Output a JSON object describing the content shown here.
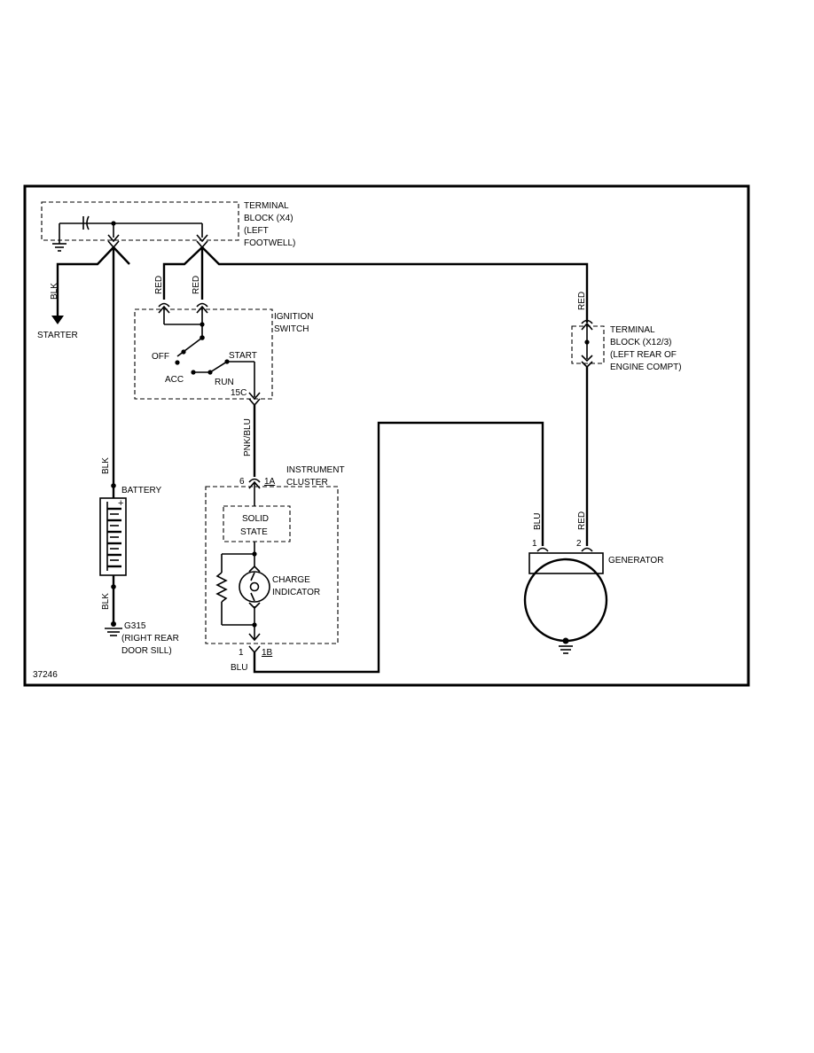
{
  "figure_id": "37246",
  "terminal_block_x4": {
    "line1": "TERMINAL",
    "line2": "BLOCK (X4)",
    "line3": "(LEFT",
    "line4": "FOOTWELL)"
  },
  "ignition_switch": {
    "line1": "IGNITION",
    "line2": "SWITCH",
    "off": "OFF",
    "acc": "ACC",
    "start": "START",
    "run": "RUN",
    "pin": "15C"
  },
  "terminal_block_x12": {
    "line1": "TERMINAL",
    "line2": "BLOCK (X12/3)",
    "line3": "(LEFT REAR OF",
    "line4": "ENGINE COMPT)"
  },
  "instrument_cluster": {
    "line1": "INSTRUMENT",
    "line2": "CLUSTER",
    "solid_state_1": "SOLID",
    "solid_state_2": "STATE",
    "charge_1": "CHARGE",
    "charge_2": "INDICATOR",
    "pin_top_num": "6",
    "pin_top_id": "1A",
    "pin_bot_num": "1",
    "pin_bot_id": "1B"
  },
  "battery": {
    "label": "BATTERY",
    "plus": "+"
  },
  "starter": {
    "label": "STARTER"
  },
  "ground_g315": {
    "line1": "G315",
    "line2": "(RIGHT REAR",
    "line3": "DOOR SILL)"
  },
  "generator": {
    "label": "GENERATOR",
    "pin1": "1",
    "pin2": "2"
  },
  "wire_colors": {
    "blk_starter": "BLK",
    "blk_battery_top": "BLK",
    "blk_battery_bottom": "BLK",
    "red_ign_left": "RED",
    "red_ign_right": "RED",
    "red_x12_top": "RED",
    "red_generator": "RED",
    "pnk_blu": "PNK/BLU",
    "blu_generator": "BLU",
    "blu_cluster": "BLU"
  }
}
